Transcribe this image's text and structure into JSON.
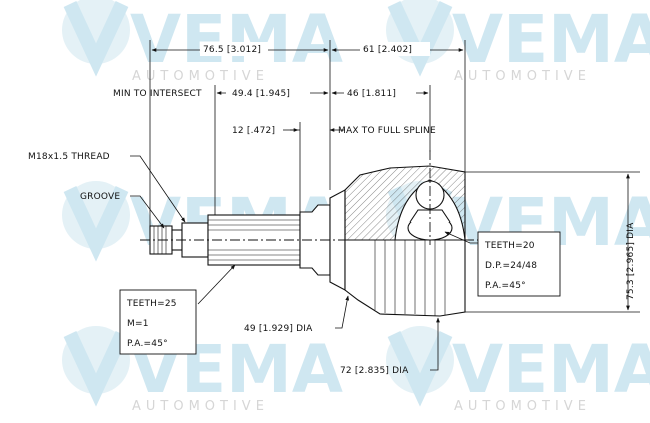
{
  "watermark": {
    "brand": "VEMA",
    "tagline": "AUTOMOTIVE"
  },
  "dimensions": {
    "overall_left": "76.5 [3.012]",
    "overall_right": "61 [2.402]",
    "min_to_intersect_label": "MIN TO INTERSECT",
    "min_to_intersect_value": "49.4 [1.945]",
    "bell_length": "46 [1.811]",
    "spline_stop": "12 [.472]",
    "max_to_full_spline": "MAX TO FULL SPLINE",
    "thread": "M18x1.5 THREAD",
    "groove": "GROOVE",
    "diameter_49": "49 [1.929] DIA",
    "diameter_72": "72 [2.835] DIA",
    "diameter_75": "75.3 [2.965] DIA"
  },
  "outer_spline": {
    "teeth": "TEETH=25",
    "module": "M=1",
    "pressure_angle": "P.A.=45°"
  },
  "inner_spline": {
    "teeth": "TEETH=20",
    "diametral_pitch": "D.P.=24/48",
    "pressure_angle": "P.A.=45°"
  }
}
